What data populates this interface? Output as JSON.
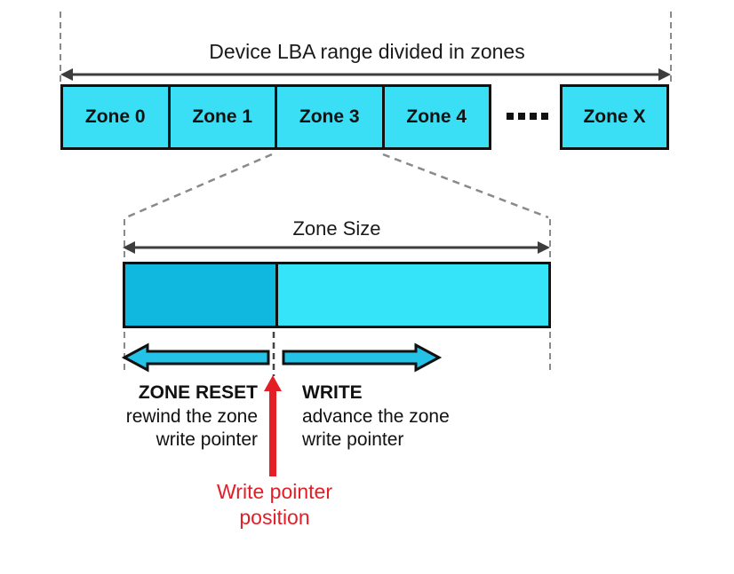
{
  "title": "Device LBA range divided in zones",
  "zone_row": {
    "zones": [
      {
        "label": "Zone 0"
      },
      {
        "label": "Zone 1"
      },
      {
        "label": "Zone 3"
      },
      {
        "label": "Zone 4"
      }
    ],
    "ellipsis_icon": "four-dots",
    "last_zone": {
      "label": "Zone X"
    }
  },
  "zone_detail": {
    "size_label": "Zone Size"
  },
  "actions": {
    "zone_reset": {
      "title": "ZONE RESET",
      "line1": "rewind the zone",
      "line2": "write pointer"
    },
    "write": {
      "title": "WRITE",
      "line1": "advance the zone",
      "line2": "write pointer"
    }
  },
  "write_pointer": {
    "line1": "Write pointer",
    "line2": "position"
  },
  "colors": {
    "zone_fill": "#3adff5",
    "written_fill": "#10b8e0",
    "action_arrow_fill": "#25c2e7",
    "pointer_red": "#e41e26",
    "range_arrow": "#3d3d3d",
    "dashed_line": "#8a8a8a",
    "outline": "#111111"
  }
}
